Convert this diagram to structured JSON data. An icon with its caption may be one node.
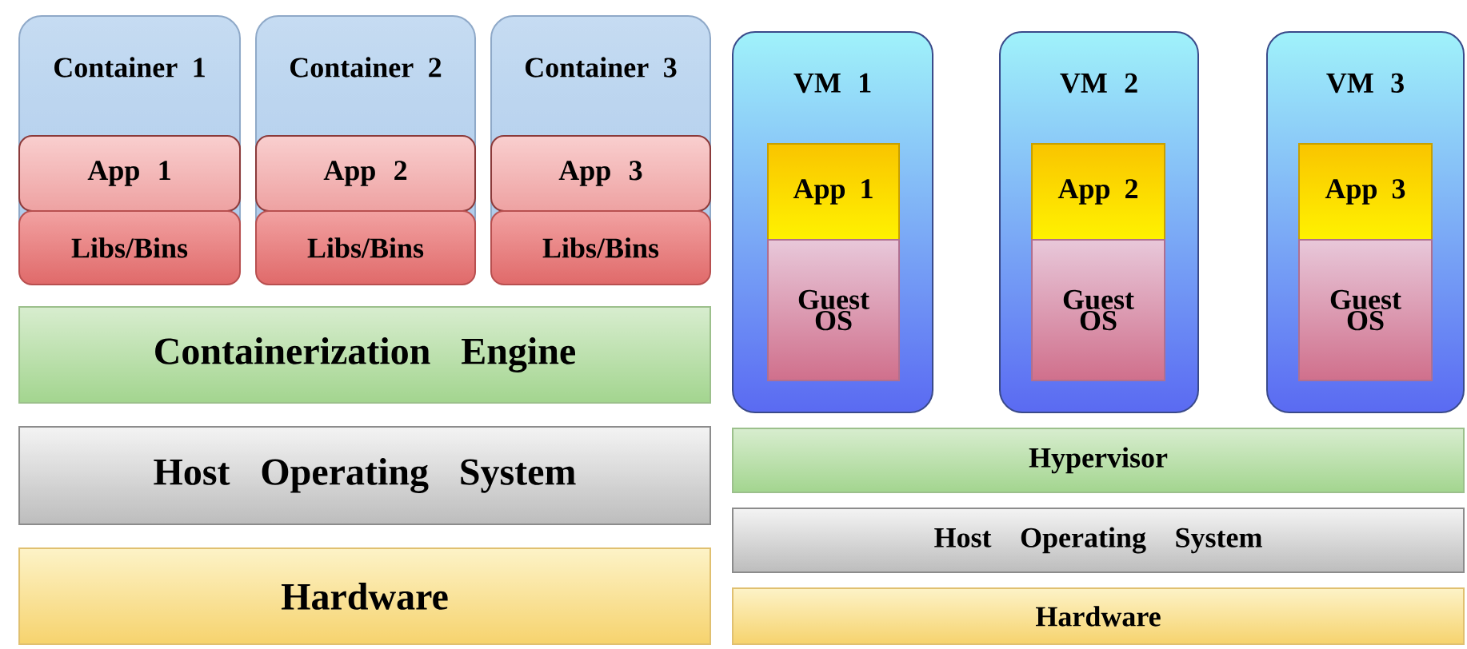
{
  "diagram": {
    "nodes": [
      {
        "text": [
          "Container 1"
        ]
      },
      {
        "text": [
          "App 1"
        ],
        "in": 0
      },
      {
        "text": [
          "Libs/Bins"
        ],
        "in": 0
      },
      {
        "text": [
          "Container 2"
        ]
      },
      {
        "text": [
          "App 2"
        ],
        "in": 3
      },
      {
        "text": [
          "Libs/Bins"
        ],
        "in": 3
      },
      {
        "text": [
          "Container 3"
        ]
      },
      {
        "text": [
          "App 3"
        ],
        "in": 6
      },
      {
        "text": [
          "Libs/Bins"
        ],
        "in": 6
      },
      {
        "text": [
          "Containerization Engine"
        ]
      },
      {
        "text": [
          "Host Operating System"
        ]
      },
      {
        "text": [
          "Hardware"
        ]
      },
      {
        "text": [
          "VM 1"
        ]
      },
      {
        "text": [
          "App 1"
        ],
        "in": 12
      },
      {
        "text": [
          "Guest OS"
        ],
        "in": 12
      },
      {
        "text": [
          "VM 2"
        ]
      },
      {
        "text": [
          "App 2"
        ],
        "in": 15
      },
      {
        "text": [
          "Guest OS"
        ],
        "in": 15
      },
      {
        "text": [
          "VM 3"
        ]
      },
      {
        "text": [
          "App 3"
        ],
        "in": 18
      },
      {
        "text": [
          "Guest OS"
        ],
        "in": 18
      },
      {
        "text": [
          "Hypervisor"
        ]
      },
      {
        "text": [
          "Host Operating System"
        ]
      },
      {
        "text": [
          "Hardware"
        ]
      }
    ]
  }
}
